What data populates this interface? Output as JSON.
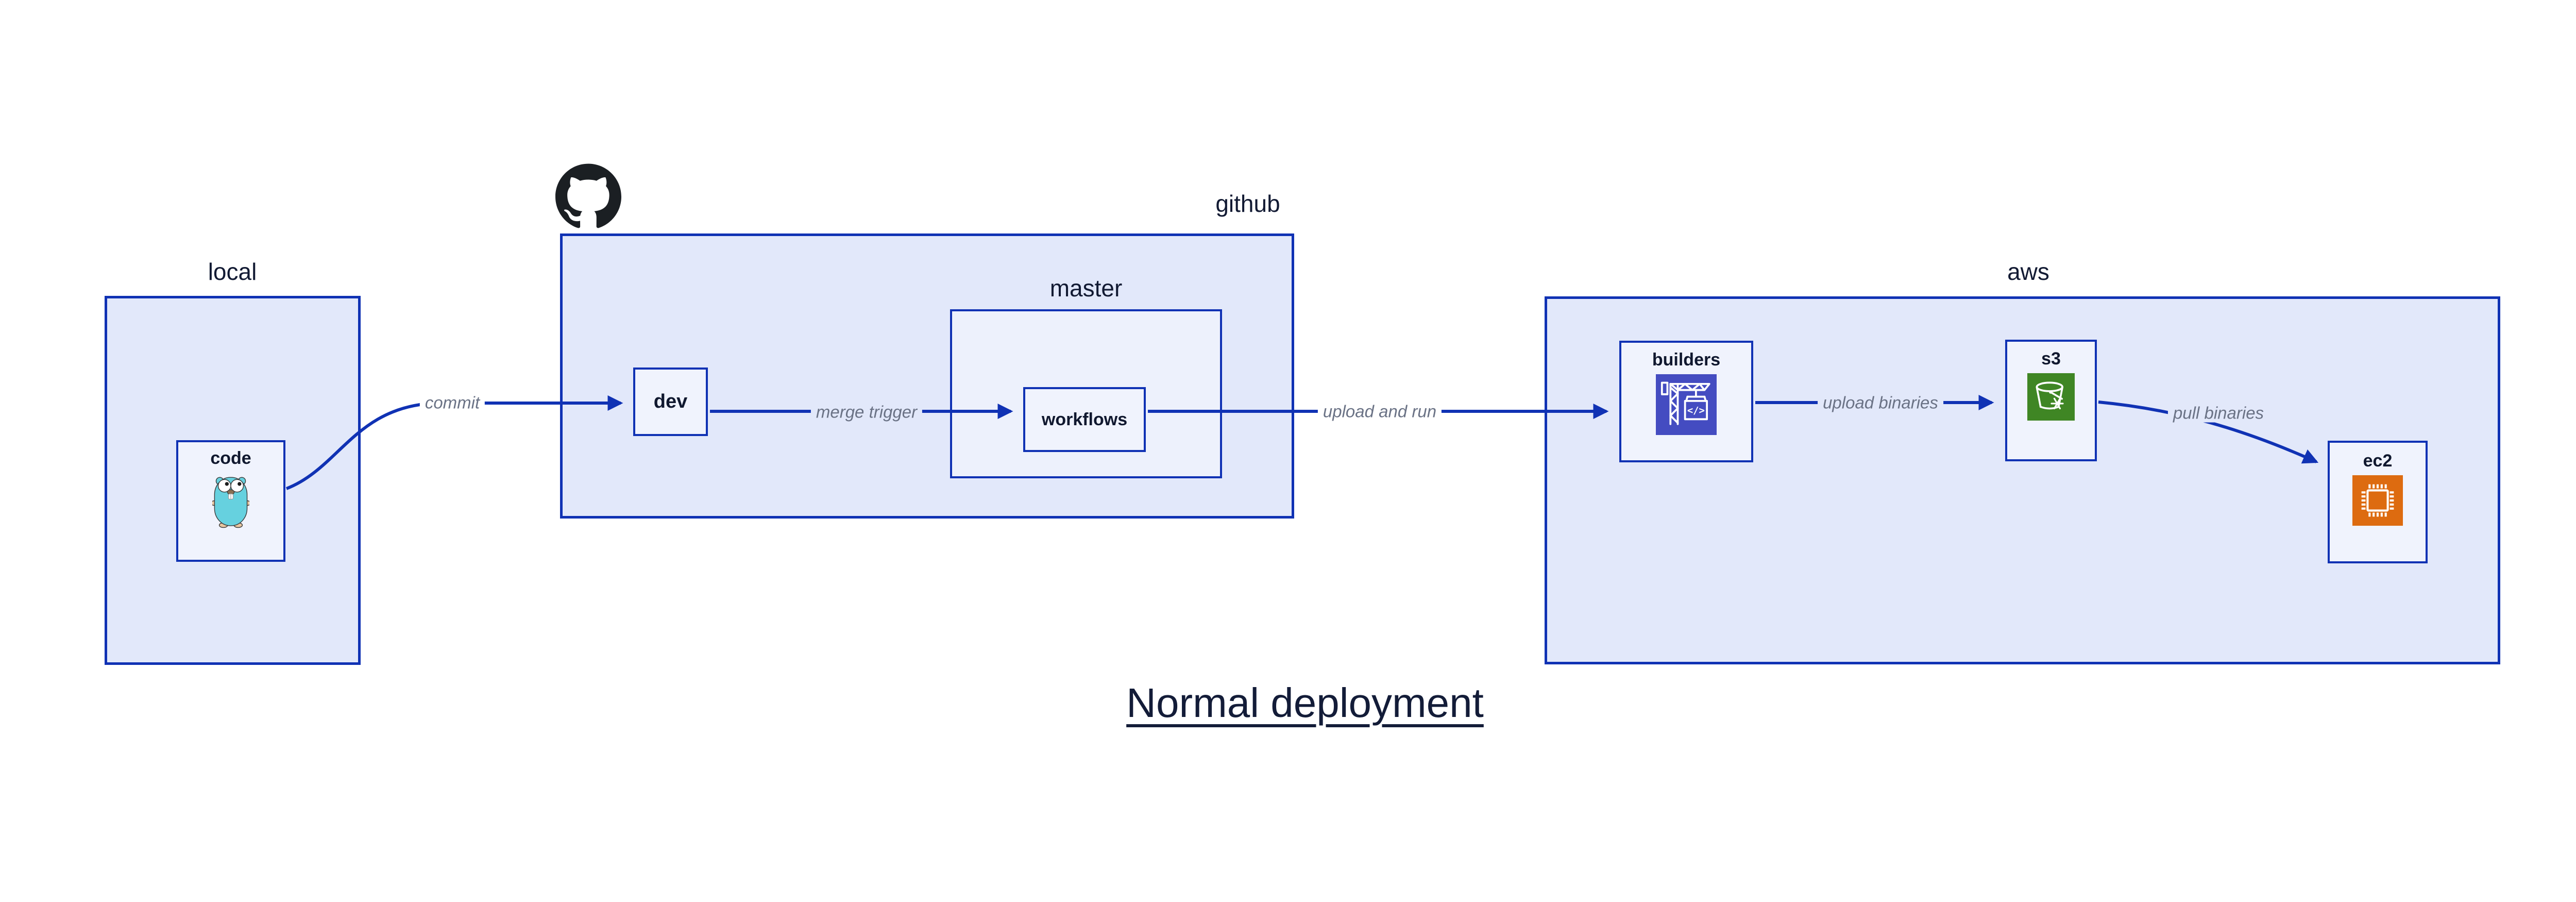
{
  "title": "Normal deployment",
  "groups": {
    "local": {
      "label": "local"
    },
    "github": {
      "label": "github"
    },
    "master": {
      "label": "master"
    },
    "aws": {
      "label": "aws"
    }
  },
  "nodes": {
    "code": {
      "label": "code",
      "icon": "go-gopher-icon"
    },
    "dev": {
      "label": "dev"
    },
    "workflows": {
      "label": "workflows"
    },
    "builders": {
      "label": "builders",
      "icon": "codebuild-crane-icon"
    },
    "s3": {
      "label": "s3",
      "icon": "s3-glacier-bucket-icon"
    },
    "ec2": {
      "label": "ec2",
      "icon": "ec2-chip-icon"
    }
  },
  "edges": [
    {
      "from": "code",
      "to": "dev",
      "label": "commit"
    },
    {
      "from": "dev",
      "to": "workflows",
      "label": "merge trigger"
    },
    {
      "from": "workflows",
      "to": "builders",
      "label": "upload and run"
    },
    {
      "from": "builders",
      "to": "s3",
      "label": "upload binaries"
    },
    {
      "from": "s3",
      "to": "ec2",
      "label": "pull binaries"
    }
  ],
  "icons": {
    "github_logo": "github-octocat-mark",
    "codebuild_glyph": "</>"
  },
  "colors": {
    "border_blue": "#1032B4",
    "group_fill": "#E2E8FA",
    "master_fill": "#EDF1FC",
    "node_fill": "#F0F3FD",
    "navy_text": "#121A33",
    "edge_label_gray": "#6A7285",
    "gopher_teal": "#66D1DF",
    "codebuild_indigo": "#444CC1",
    "s3_green": "#3F8624",
    "ec2_orange": "#DD6B10",
    "github_black": "#1B1F23"
  }
}
